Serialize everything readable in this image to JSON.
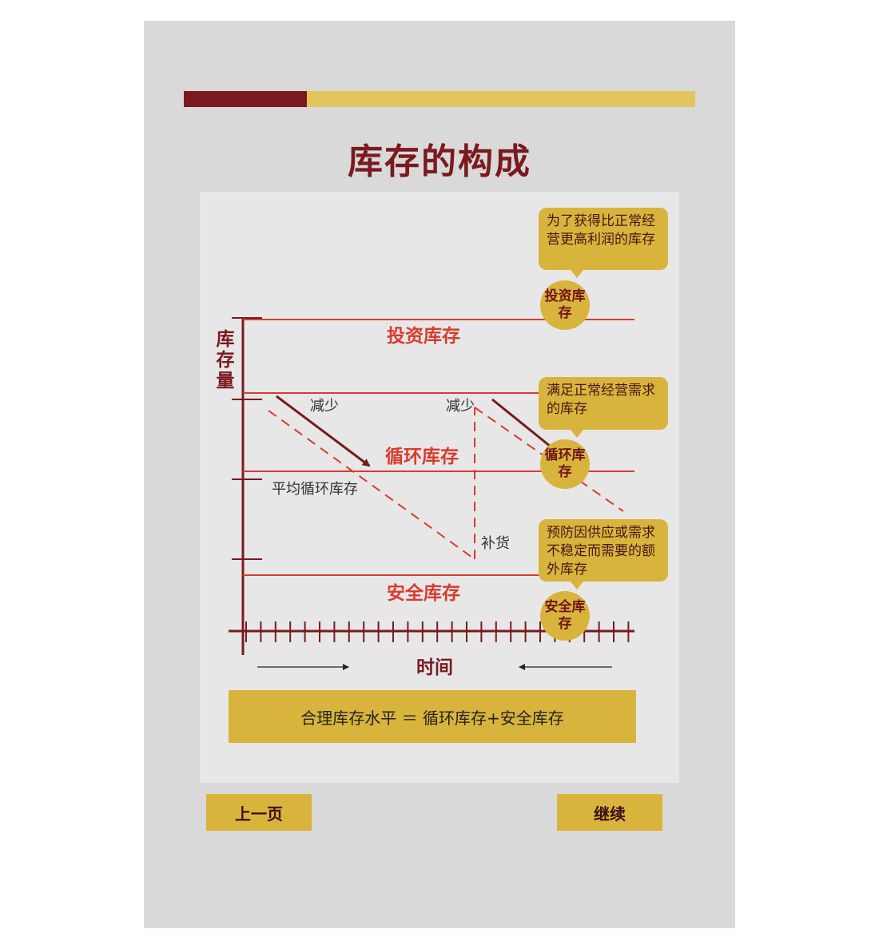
{
  "title": "库存的构成",
  "colors": {
    "dark_red": "#7a1a1f",
    "gold": "#d8b43c",
    "red": "#d93b2e",
    "page_bg": "#d9d9d9"
  },
  "diagram": {
    "y_axis_label": [
      "库",
      "存",
      "量"
    ],
    "x_axis_label": "时间",
    "zone_labels": {
      "investment": "投资库存",
      "cycle": "循环库存",
      "safety": "安全库存"
    },
    "decrease_label_1": "减少",
    "decrease_label_2": "减少",
    "average_cycle_label": "平均循环库存",
    "replenish_label": "补货"
  },
  "callouts": [
    {
      "text": "为了获得比正常经营更高利润的库存",
      "badge": "投资库存"
    },
    {
      "text": "满足正常经营需求的库存",
      "badge": "循环库存"
    },
    {
      "text": "预防因供应或需求不稳定而需要的额外库存",
      "badge": "安全库存"
    }
  ],
  "formula": "合理库存水平 ＝ 循环库存+安全库存",
  "nav": {
    "prev": "上一页",
    "next": "继续"
  }
}
